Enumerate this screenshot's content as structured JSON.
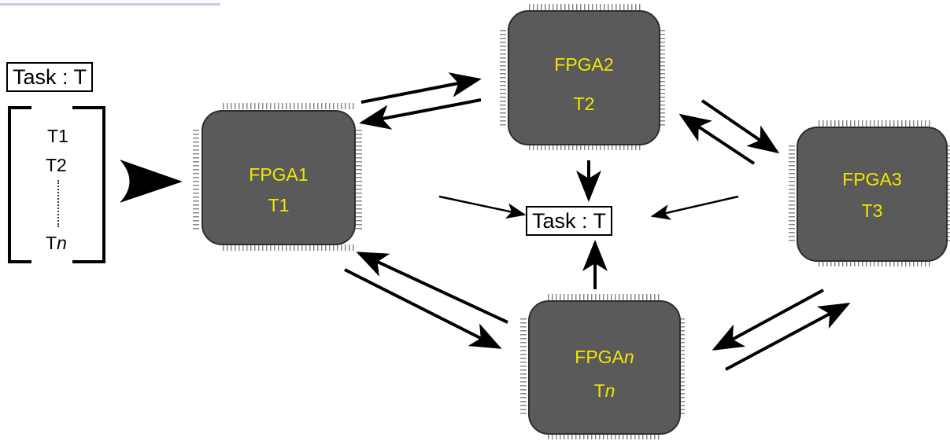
{
  "task_label": "Task : T",
  "task_list": {
    "first": "T1",
    "second": "T2",
    "last_prefix": "T",
    "last_italic": "n"
  },
  "center_task_label": "Task : T",
  "chips": {
    "fpga1": {
      "name": "FPGA1",
      "task": "T1"
    },
    "fpga2": {
      "name": "FPGA2",
      "task": "T2"
    },
    "fpga3": {
      "name": "FPGA3",
      "task": "T3"
    },
    "fpgan": {
      "name_prefix": "FPGA",
      "name_italic": "n",
      "task_prefix": "T",
      "task_italic": "n"
    }
  },
  "colors": {
    "chip_body": "#5a5a5a",
    "chip_text": "#f2e600",
    "arrow": "#000000",
    "pins": "#888888"
  }
}
